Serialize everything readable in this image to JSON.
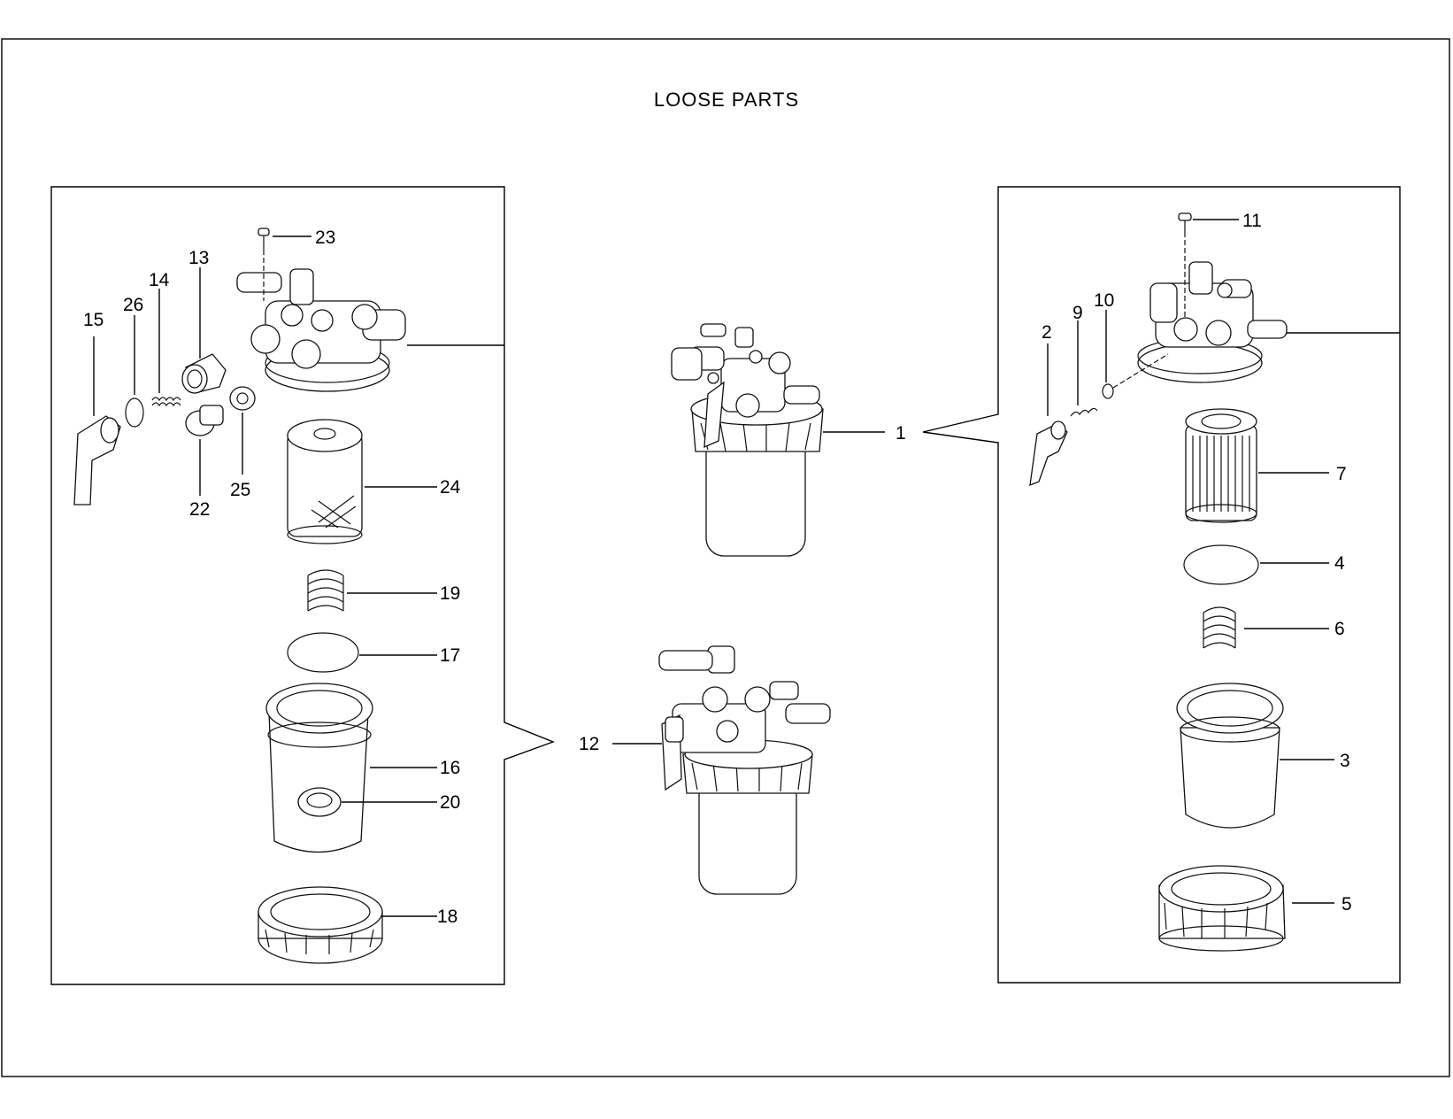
{
  "title": "LOOSE  PARTS",
  "callouts": {
    "c1": "1",
    "c2": "2",
    "c3": "3",
    "c4": "4",
    "c5": "5",
    "c6": "6",
    "c7": "7",
    "c9": "9",
    "c10": "10",
    "c11": "11",
    "c12": "12",
    "c13": "13",
    "c14": "14",
    "c15": "15",
    "c16": "16",
    "c17": "17",
    "c18": "18",
    "c19": "19",
    "c20": "20",
    "c22": "22",
    "c23": "23",
    "c24": "24",
    "c25": "25",
    "c26": "26"
  }
}
